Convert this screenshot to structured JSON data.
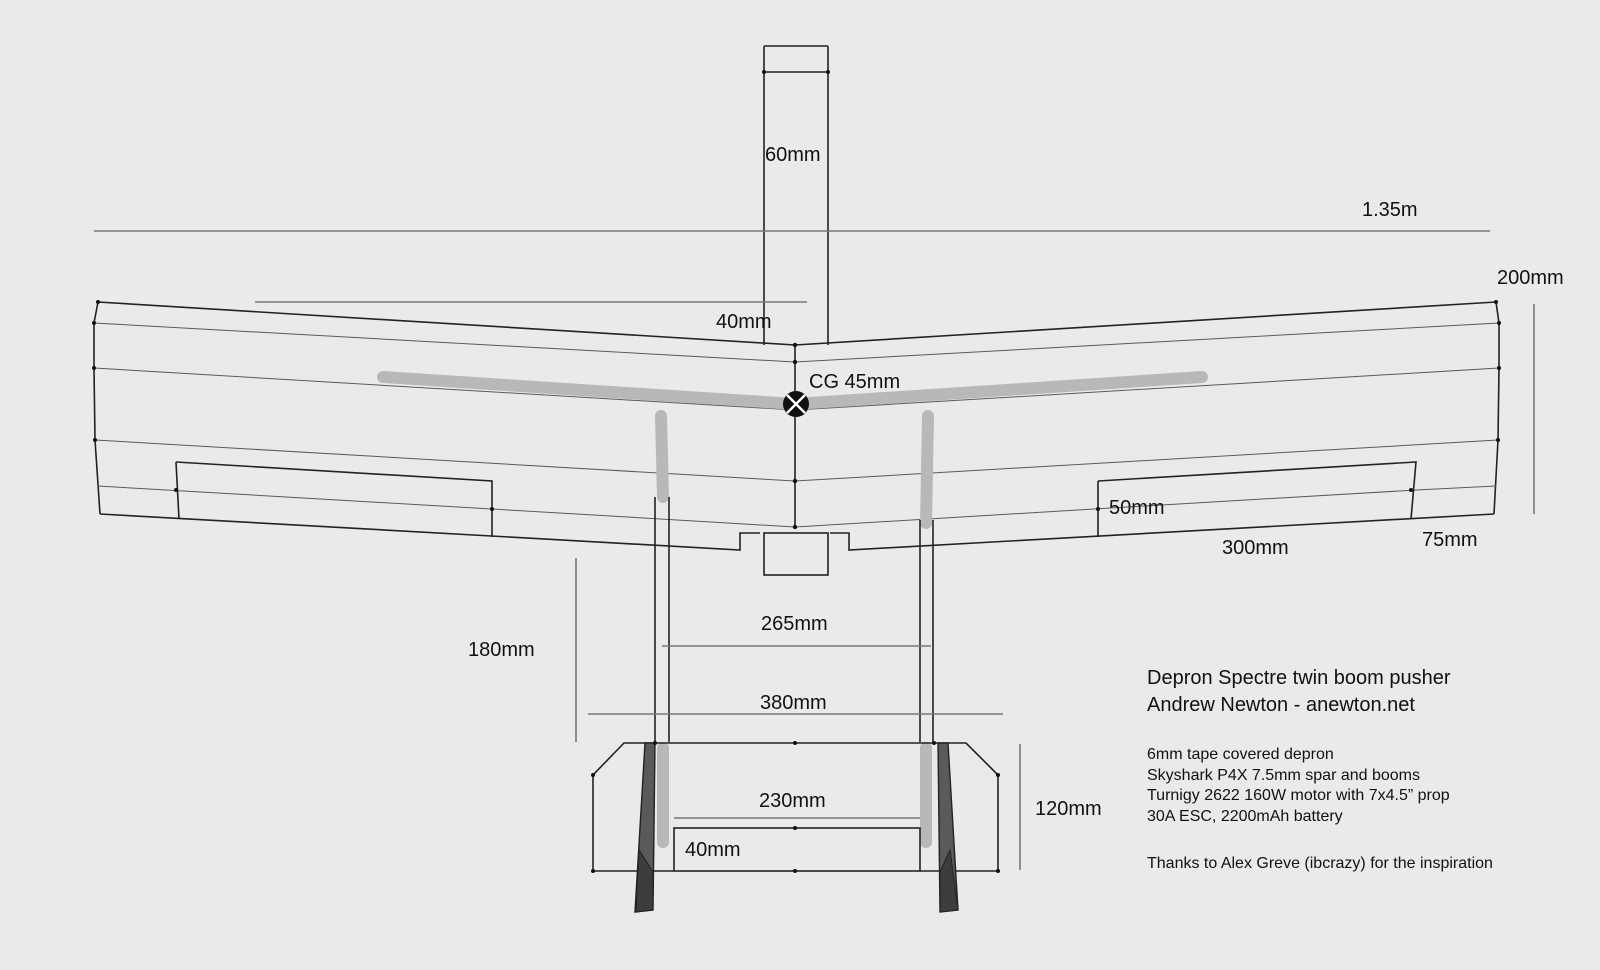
{
  "drawing": {
    "title_line1": "Depron Spectre twin boom pusher",
    "title_line2": "Andrew Newton - anewton.net",
    "specs": [
      "6mm tape covered depron",
      "Skyshark P4X 7.5mm spar and booms",
      "Turnigy 2622 160W motor with 7x4.5” prop",
      "30A ESC, 2200mAh battery"
    ],
    "thanks": "Thanks to Alex Greve (ibcrazy) for the inspiration"
  },
  "dimensions": {
    "span": "1.35m",
    "root_chord": "200mm",
    "nose_length": "60mm",
    "sweep_offset": "40mm",
    "cg": "CG 45mm",
    "elevon_chord": "50mm",
    "elevon_span": "300mm",
    "tip_offset": "75mm",
    "boom_length": "180mm",
    "boom_spacing": "265mm",
    "tail_span": "380mm",
    "tail_inner": "230mm",
    "tail_chord": "120mm",
    "tail_elevator": "40mm"
  },
  "colors": {
    "background": "#eaeaea",
    "lines": "#222222",
    "booms": "#b8b8b8",
    "fins": "#555555"
  }
}
